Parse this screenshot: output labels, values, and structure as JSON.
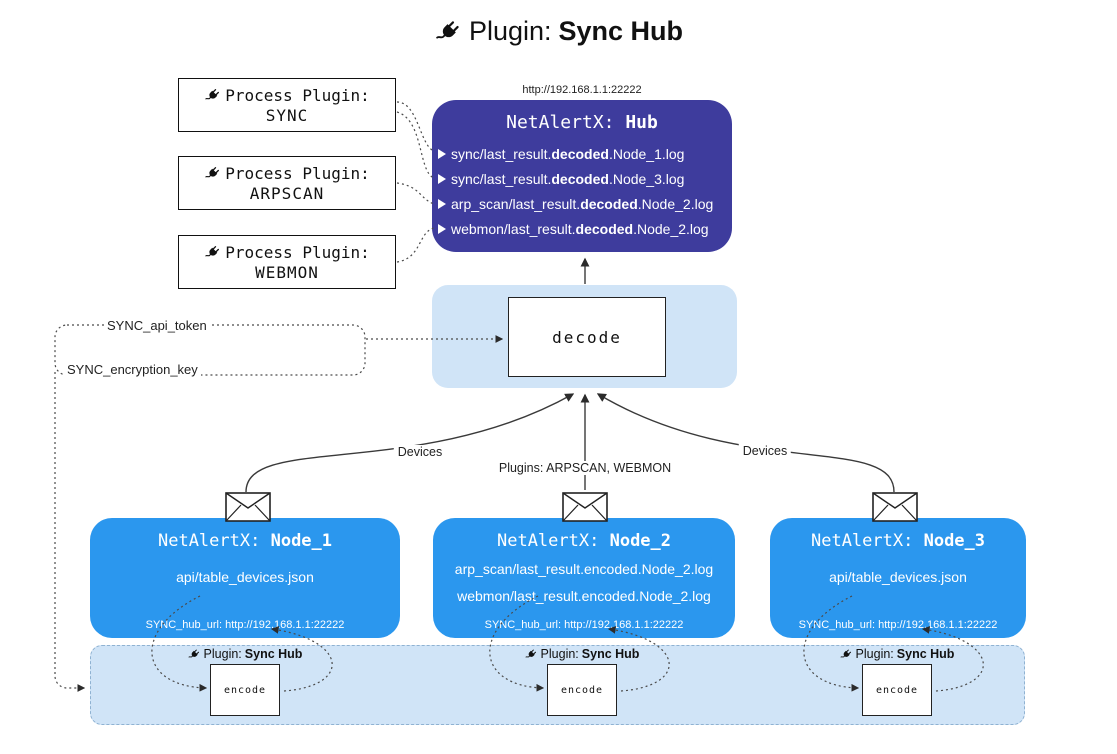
{
  "colors": {
    "hub-bg": "#3e3c9d",
    "node-bg": "#2b97ee",
    "panel-bg": "#d0e4f7"
  },
  "header": {
    "title_prefix": "Plugin:",
    "title_bold": "Sync Hub"
  },
  "process_plugins": [
    {
      "label": "Process Plugin:",
      "name": "SYNC"
    },
    {
      "label": "Process Plugin:",
      "name": "ARPSCAN"
    },
    {
      "label": "Process Plugin:",
      "name": "WEBMON"
    }
  ],
  "hub": {
    "url": "http://192.168.1.1:22222",
    "title_prefix": "NetAlertX:",
    "title_bold": "Hub",
    "lines": [
      {
        "pre": "sync/last_result.",
        "bold": "decoded",
        "post": ".Node_1.log"
      },
      {
        "pre": "sync/last_result.",
        "bold": "decoded",
        "post": ".Node_3.log"
      },
      {
        "pre": "arp_scan/last_result.",
        "bold": "decoded",
        "post": ".Node_2.log"
      },
      {
        "pre": "webmon/last_result.",
        "bold": "decoded",
        "post": ".Node_2.log"
      }
    ]
  },
  "decode": {
    "label": "decode"
  },
  "secrets": {
    "api_token": "SYNC_api_token",
    "encryption_key": "SYNC_encryption_key"
  },
  "edge_labels": {
    "left": "Devices",
    "center": "Plugins: ARPSCAN, WEBMON",
    "right": "Devices"
  },
  "nodes": [
    {
      "title_prefix": "NetAlertX:",
      "title_bold": "Node_1",
      "files": [
        "api/table_devices.json"
      ],
      "hub_url": "SYNC_hub_url: http://192.168.1.1:22222"
    },
    {
      "title_prefix": "NetAlertX:",
      "title_bold": "Node_2",
      "files": [
        "arp_scan/last_result.encoded.Node_2.log",
        "webmon/last_result.encoded.Node_2.log"
      ],
      "hub_url": "SYNC_hub_url: http://192.168.1.1:22222"
    },
    {
      "title_prefix": "NetAlertX:",
      "title_bold": "Node_3",
      "files": [
        "api/table_devices.json"
      ],
      "hub_url": "SYNC_hub_url: http://192.168.1.1:22222"
    }
  ],
  "encoders": [
    {
      "label_prefix": "Plugin:",
      "label_bold": "Sync Hub",
      "box": "encode"
    },
    {
      "label_prefix": "Plugin:",
      "label_bold": "Sync Hub",
      "box": "encode"
    },
    {
      "label_prefix": "Plugin:",
      "label_bold": "Sync Hub",
      "box": "encode"
    }
  ]
}
